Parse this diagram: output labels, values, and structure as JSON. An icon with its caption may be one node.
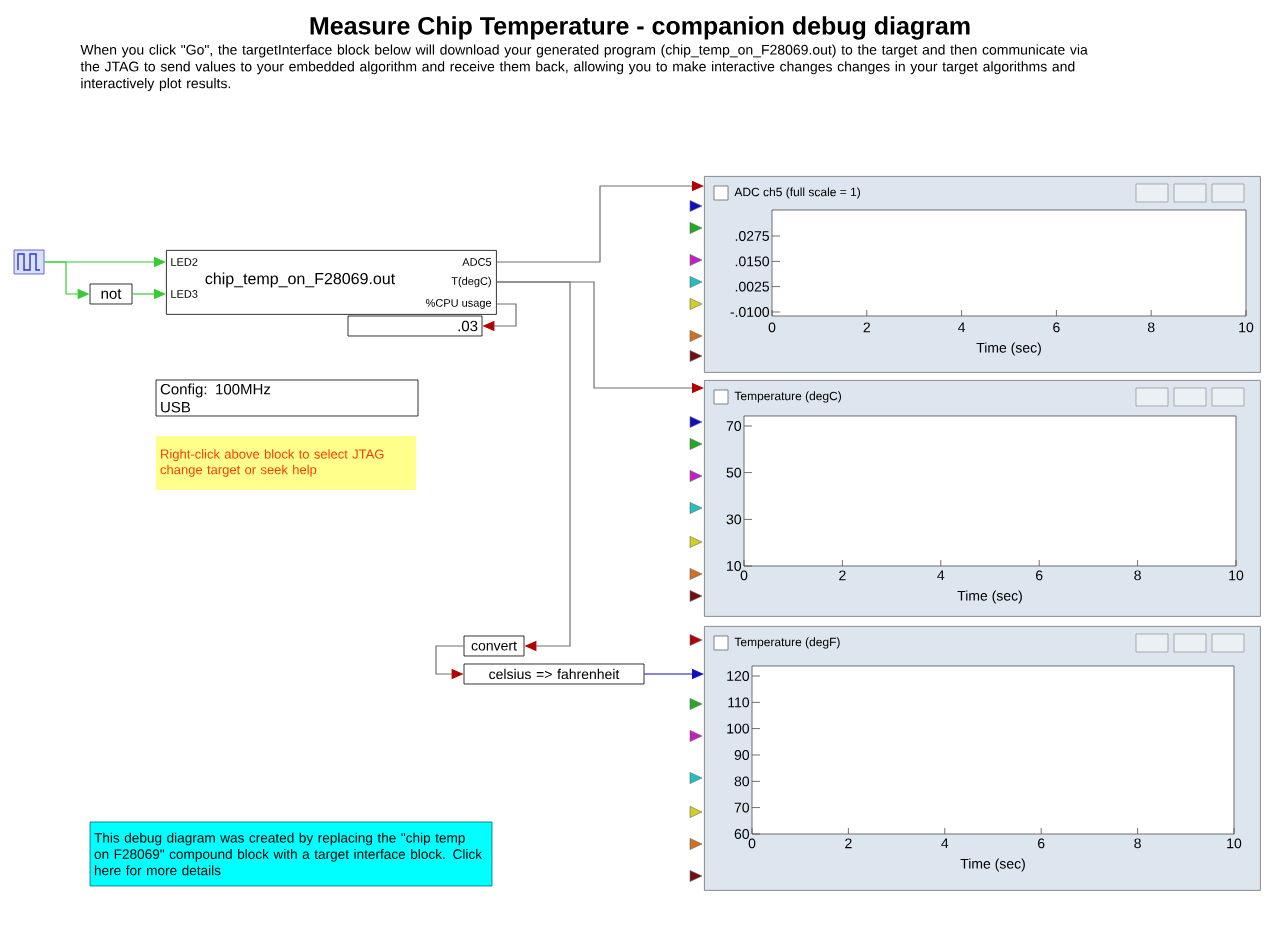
{
  "diagram": {
    "title": "Measure Chip Temperature - companion debug diagram",
    "nodes": [
      {
        "text": [],
        "shape": "box"
      },
      {
        "text": [
          "not"
        ]
      },
      {
        "text": [
          "chip_temp_on_F28069.out",
          "LED2",
          "LED3",
          "ADC5",
          "T(degC)",
          "%CPU usage"
        ]
      },
      {
        "text": [
          ".03"
        ]
      },
      {
        "text": [
          "Config: 100MHz",
          "USB"
        ]
      },
      {
        "text": [
          "Right-click above block to select JTAG change target or seek help"
        ]
      },
      {
        "text": [
          "convert"
        ]
      },
      {
        "text": [
          "celsius => fahrenheit"
        ]
      },
      {
        "text": [
          "ADC ch5 (full scale = 1)",
          ".0275",
          ".0150",
          ".0025",
          "-.0100",
          "0",
          "2",
          "4",
          "6",
          "8",
          "10",
          "Time (sec)"
        ]
      },
      {
        "text": [
          "Temperature (degC)",
          "70",
          "50",
          "30",
          "10",
          "0",
          "2",
          "4",
          "6",
          "8",
          "10",
          "Time (sec)"
        ]
      },
      {
        "text": [
          "Temperature (degF)",
          "120",
          "110",
          "100",
          "90",
          "80",
          "70",
          "60",
          "0",
          "2",
          "4",
          "6",
          "8",
          "10",
          "Time (sec)"
        ]
      },
      {
        "text": [
          "This debug diagram was created by replacing the \"chip temp on F28069\" compound block with a target interface block.  Click here for more details"
        ]
      }
    ],
    "edges": [
      {
        "from": 0,
        "to": 2,
        "arrow": "to",
        "color": "#33cc33"
      },
      {
        "from": 0,
        "to": 1,
        "arrow": "to",
        "color": "#33cc33"
      },
      {
        "from": 1,
        "to": 2,
        "arrow": "to",
        "color": "#33cc33"
      },
      {
        "from": 2,
        "to": 3,
        "arrow": "to"
      },
      {
        "from": 2,
        "to": 8,
        "arrow": "to"
      },
      {
        "from": 2,
        "to": 9,
        "arrow": "to"
      },
      {
        "from": 2,
        "to": 6,
        "arrow": "to"
      },
      {
        "from": 6,
        "to": 7,
        "arrow": "to"
      },
      {
        "from": 7,
        "to": 10,
        "arrow": "to",
        "color": "#1010c0"
      }
    ],
    "labels": [
      "When you click \"Go\", the targetInterface block below will download your generated program (chip_temp_on_F28069.out) to the target and then communicate via the JTAG to send values to your embedded algorithm and receive them back, allowing you to make interactive changes changes in your target algorithms and interactively plot results."
    ]
  }
}
